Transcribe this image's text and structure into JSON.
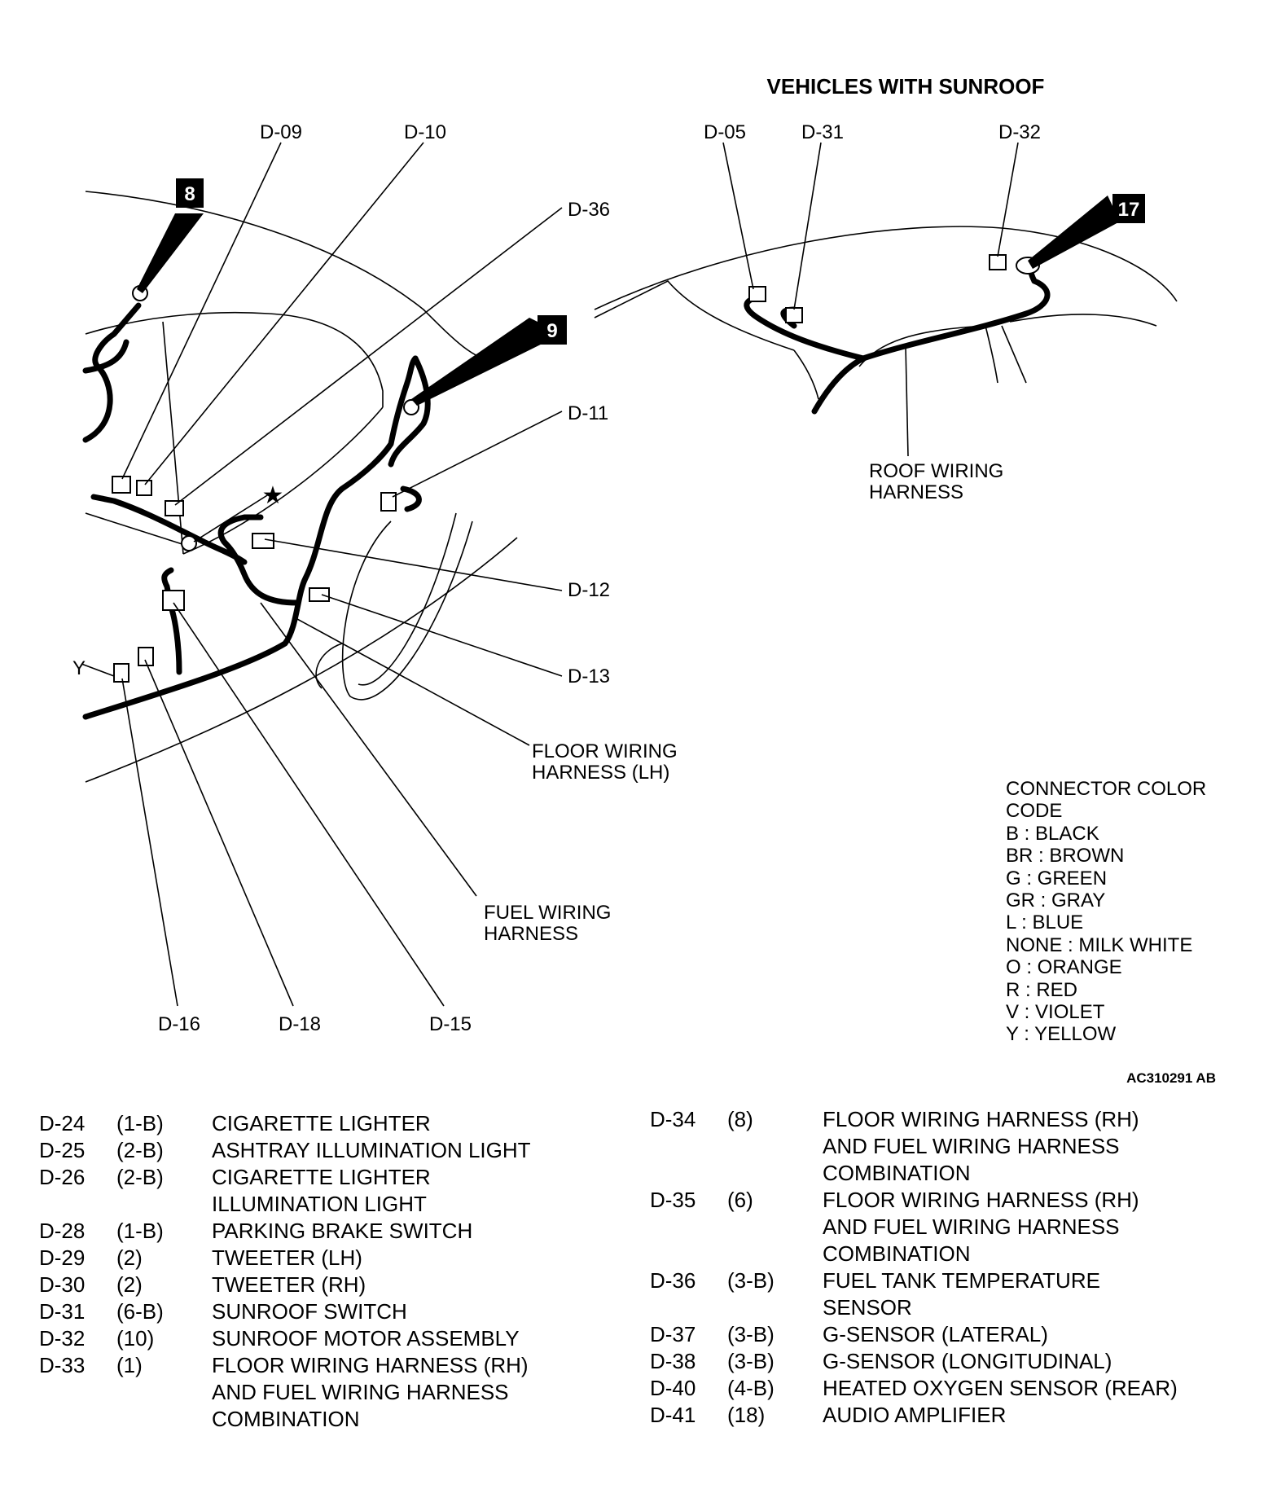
{
  "sunroof_title": "VEHICLES WITH SUNROOF",
  "callouts": {
    "d09": "D-09",
    "d10": "D-10",
    "d36": "D-36",
    "d11": "D-11",
    "d12": "D-12",
    "d13": "D-13",
    "d16": "D-16",
    "d18": "D-18",
    "d15": "D-15",
    "d05": "D-05",
    "d31": "D-31",
    "d32": "D-32"
  },
  "tags": {
    "t8": "8",
    "t9": "9",
    "t17": "17"
  },
  "star": "★",
  "y_marker": "Y",
  "harness_labels": {
    "roof_1": "ROOF WIRING",
    "roof_2": "HARNESS",
    "floor_1": "FLOOR WIRING",
    "floor_2": "HARNESS (LH)",
    "fuel_1": "FUEL WIRING",
    "fuel_2": "HARNESS"
  },
  "legend": {
    "title_1": "CONNECTOR COLOR",
    "title_2": "CODE",
    "items": [
      "B : BLACK",
      "BR : BROWN",
      "G : GREEN",
      "GR : GRAY",
      "L : BLUE",
      "NONE : MILK WHITE",
      "O : ORANGE",
      "R : RED",
      "V : VIOLET",
      "Y : YELLOW"
    ]
  },
  "figure_code": "AC310291 AB",
  "connectors_left": [
    {
      "id": "D-24",
      "pins": "(1-B)",
      "desc": "CIGARETTE LIGHTER"
    },
    {
      "id": "D-25",
      "pins": "(2-B)",
      "desc": "ASHTRAY ILLUMINATION LIGHT"
    },
    {
      "id": "D-26",
      "pins": "(2-B)",
      "desc": "CIGARETTE LIGHTER\nILLUMINATION LIGHT"
    },
    {
      "id": "D-28",
      "pins": "(1-B)",
      "desc": "PARKING BRAKE SWITCH"
    },
    {
      "id": "D-29",
      "pins": "(2)",
      "desc": "TWEETER (LH)"
    },
    {
      "id": "D-30",
      "pins": "(2)",
      "desc": "TWEETER (RH)"
    },
    {
      "id": "D-31",
      "pins": "(6-B)",
      "desc": "SUNROOF SWITCH"
    },
    {
      "id": "D-32",
      "pins": "(10)",
      "desc": "SUNROOF MOTOR ASSEMBLY"
    },
    {
      "id": "D-33",
      "pins": "(1)",
      "desc": "FLOOR WIRING HARNESS (RH)\nAND FUEL WIRING HARNESS\nCOMBINATION"
    }
  ],
  "connectors_right": [
    {
      "id": "D-34",
      "pins": "(8)",
      "desc": "FLOOR WIRING HARNESS (RH)\nAND FUEL WIRING HARNESS\nCOMBINATION"
    },
    {
      "id": "D-35",
      "pins": "(6)",
      "desc": "FLOOR WIRING HARNESS (RH)\nAND FUEL WIRING HARNESS\nCOMBINATION"
    },
    {
      "id": "D-36",
      "pins": "(3-B)",
      "desc": "FUEL TANK TEMPERATURE\nSENSOR"
    },
    {
      "id": "D-37",
      "pins": "(3-B)",
      "desc": "G-SENSOR (LATERAL)"
    },
    {
      "id": "D-38",
      "pins": "(3-B)",
      "desc": "G-SENSOR (LONGITUDINAL)"
    },
    {
      "id": "D-40",
      "pins": "(4-B)",
      "desc": "HEATED OXYGEN SENSOR (REAR)"
    },
    {
      "id": "D-41",
      "pins": "(18)",
      "desc": "AUDIO AMPLIFIER"
    }
  ]
}
